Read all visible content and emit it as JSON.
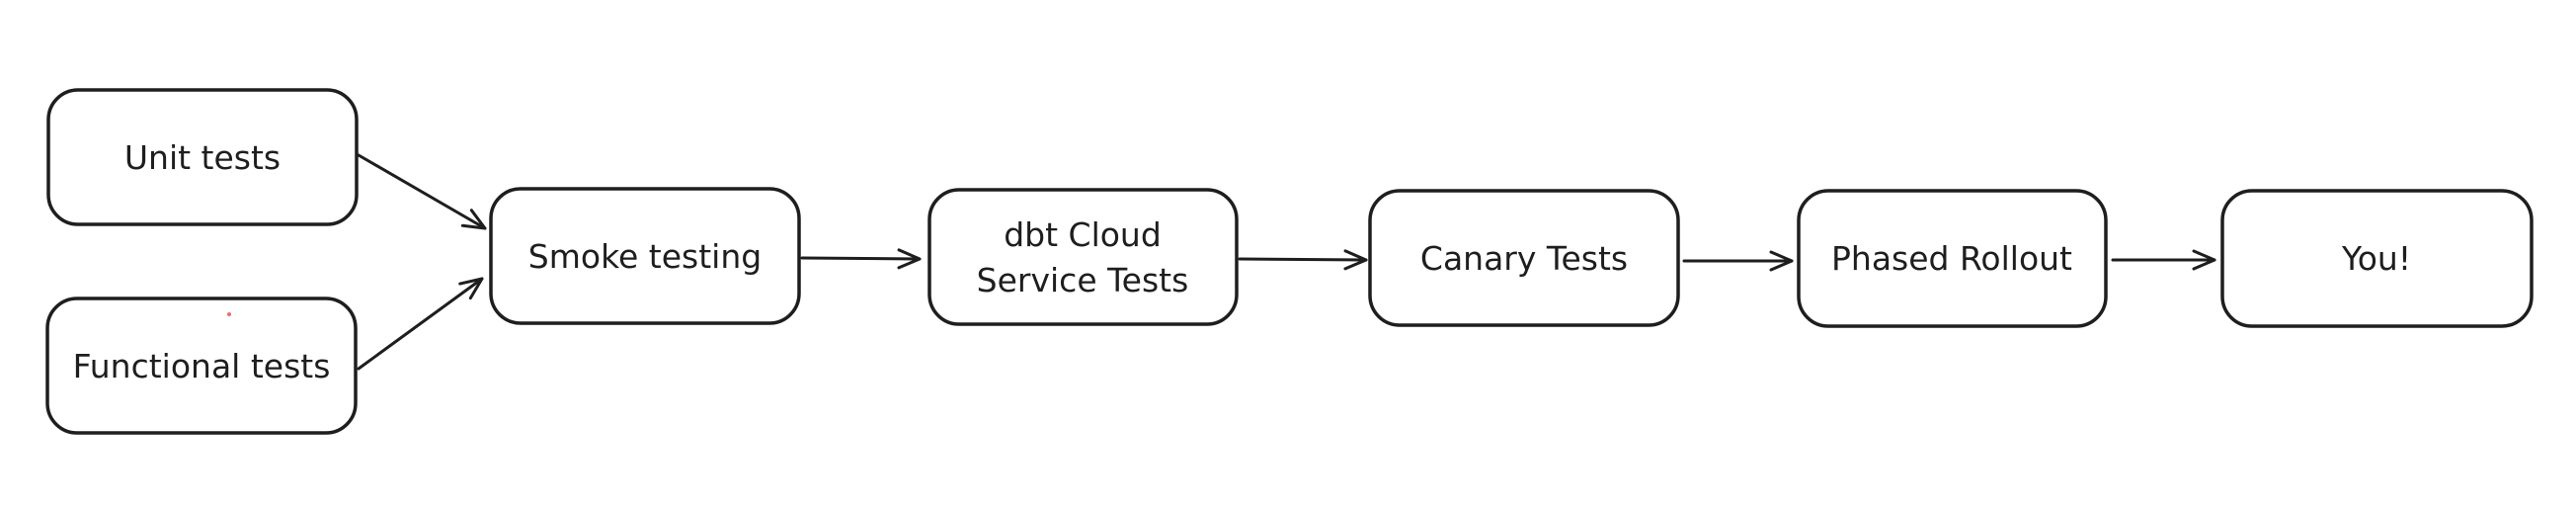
{
  "diagram": {
    "background_color": "#ffffff",
    "node_fill_color": "#ffffff",
    "stroke_color": "#1e1e1e",
    "artifact_dot_color": "#e03131",
    "nodes": {
      "unit_tests": {
        "label": "Unit tests"
      },
      "functional_tests": {
        "label": "Functional tests"
      },
      "smoke_testing": {
        "label": "Smoke testing"
      },
      "dbt_cloud_service_tests": {
        "lines": [
          "dbt Cloud",
          "Service Tests"
        ]
      },
      "canary_tests": {
        "label": "Canary Tests"
      },
      "phased_rollout": {
        "label": "Phased Rollout"
      },
      "you": {
        "label": "You!"
      }
    },
    "edges": [
      {
        "from": "unit_tests",
        "to": "smoke_testing"
      },
      {
        "from": "functional_tests",
        "to": "smoke_testing"
      },
      {
        "from": "smoke_testing",
        "to": "dbt_cloud_service_tests"
      },
      {
        "from": "dbt_cloud_service_tests",
        "to": "canary_tests"
      },
      {
        "from": "canary_tests",
        "to": "phased_rollout"
      },
      {
        "from": "phased_rollout",
        "to": "you"
      }
    ]
  }
}
